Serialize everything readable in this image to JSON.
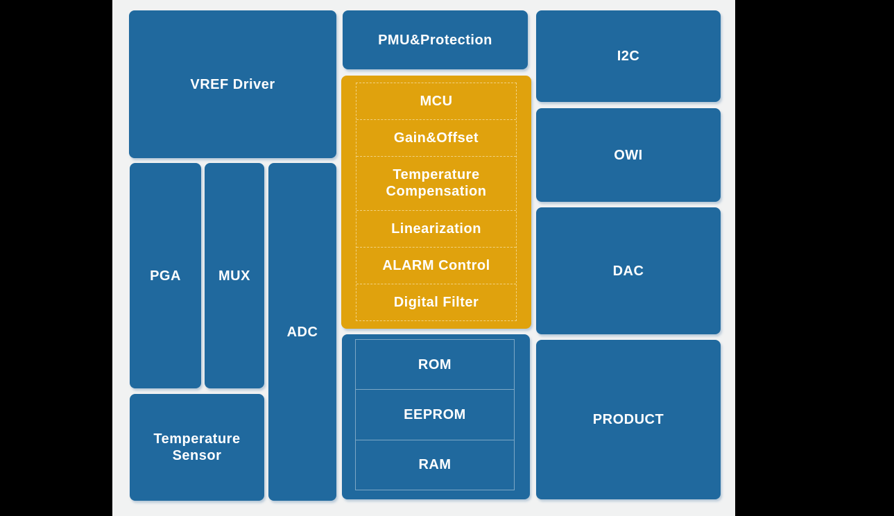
{
  "theme": {
    "canvas_bg": "#000000",
    "panel_bg": "#f1f2f2",
    "block_blue": "#20699e",
    "block_orange": "#e0a20d",
    "label_color": "#ffffff"
  },
  "diagram": {
    "blocks": {
      "vref_driver": "VREF Driver",
      "pga": "PGA",
      "mux": "MUX",
      "adc": "ADC",
      "temperature_sensor": "Temperature Sensor",
      "pmu_protection": "PMU&Protection",
      "i2c": "I2C",
      "owi": "OWI",
      "dac": "DAC",
      "product": "PRODUCT",
      "mcu_group": [
        "MCU",
        "Gain&Offset",
        "Temperature Compensation",
        "Linearization",
        "ALARM Control",
        "Digital Filter"
      ],
      "memory_group": [
        "ROM",
        "EEPROM",
        "RAM"
      ]
    }
  }
}
